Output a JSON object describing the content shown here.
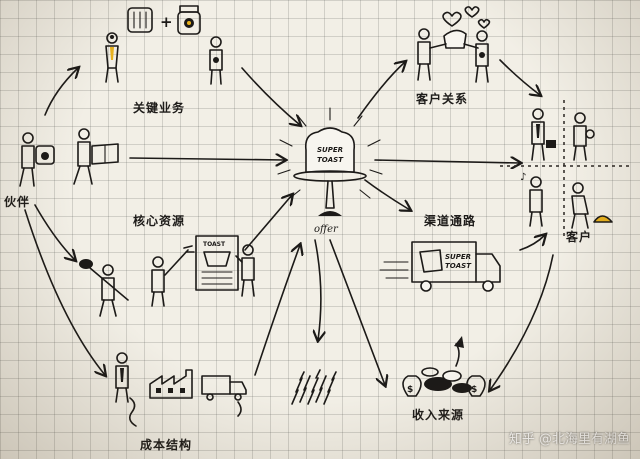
{
  "labels": {
    "key_activities": "关键业务",
    "partners": "伙伴",
    "key_resources": "核心资源",
    "cost_structure": "成本结构",
    "customer_relationships": "客户关系",
    "channels": "渠道通路",
    "customers": "客户",
    "revenue_streams": "收入来源",
    "offer": "offer"
  },
  "product_text": {
    "line1": "SUPER",
    "line2": "TOAST"
  },
  "resources_text": "TOAST",
  "truck_text": {
    "line1": "SUPER",
    "line2": "TOAST"
  },
  "watermark": "知乎 @北海里有湖鱼",
  "colors": {
    "ink": "#1c1a18",
    "paper": "#f2efe6",
    "grid": "#8a8a8a",
    "yellow": "#e8b21e"
  }
}
